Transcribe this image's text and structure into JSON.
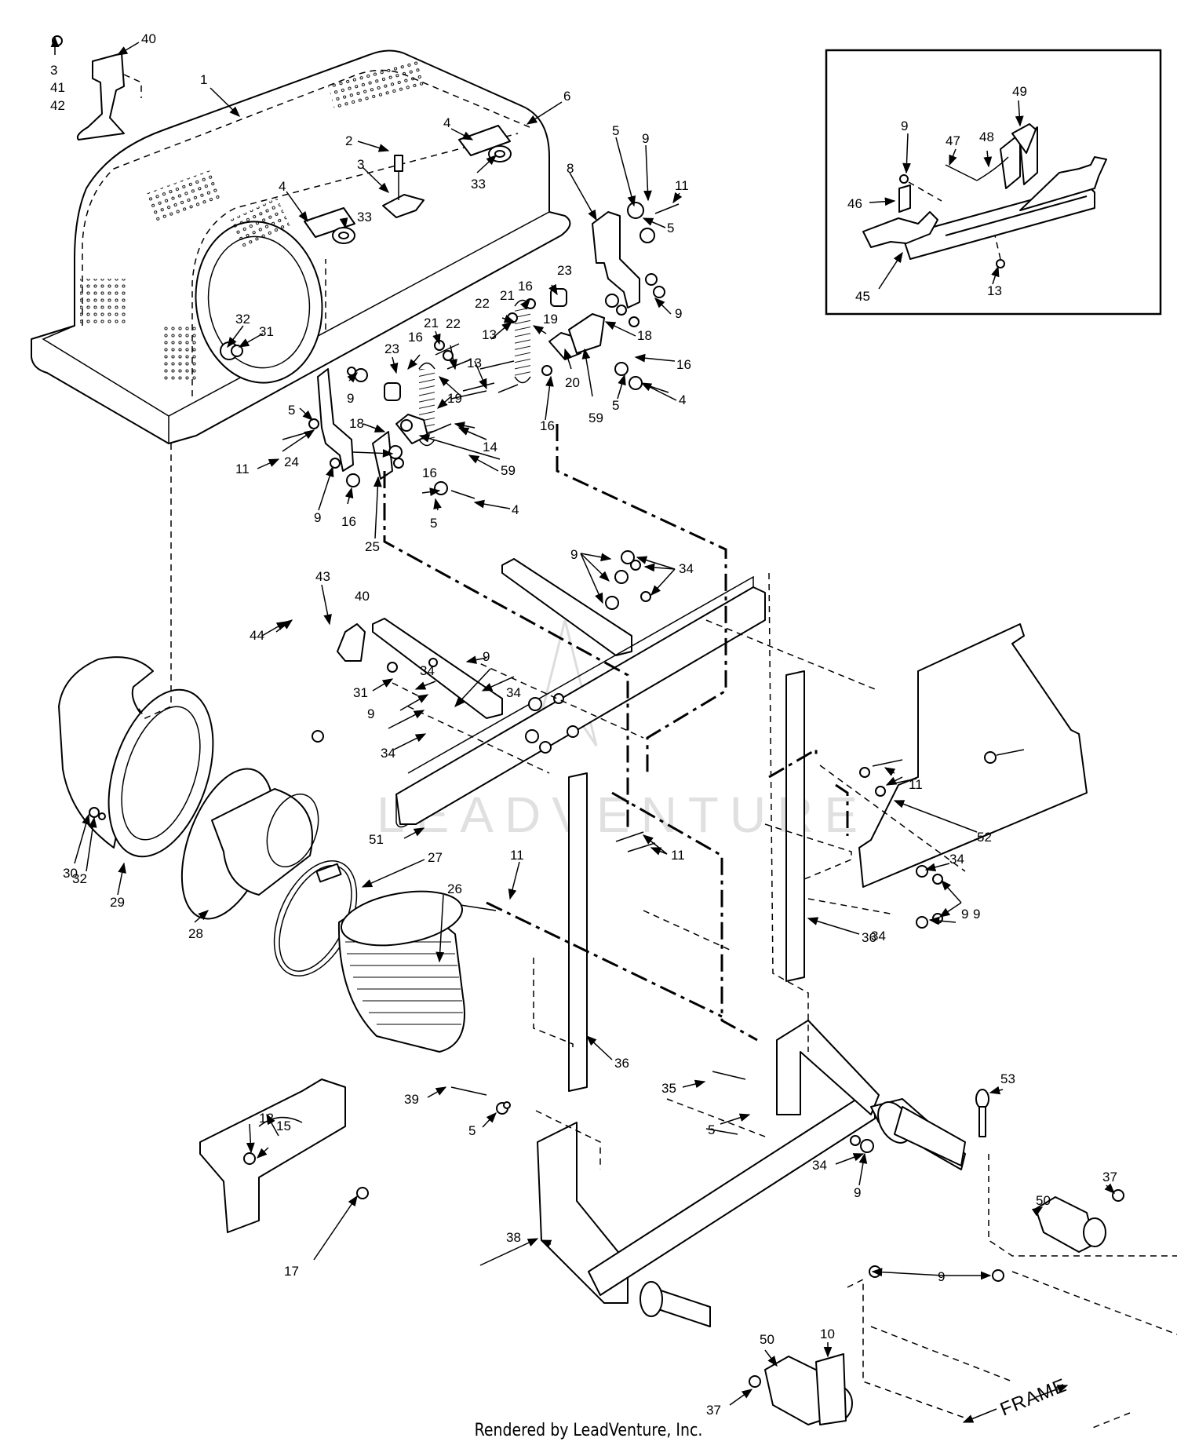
{
  "footer": "Rendered by LeadVenture, Inc.",
  "watermark": "LEADVENTURE",
  "frame_label": "FRAME",
  "callouts": {
    "c1": "1",
    "c2": "2",
    "c3a": "3",
    "c3b": "3",
    "c41": "41",
    "c42": "42",
    "c40a": "40",
    "c40b": "40",
    "c4a": "4",
    "c4b": "4",
    "c4c": "4",
    "c4d": "4",
    "c5a": "5",
    "c5b": "5",
    "c5c": "5",
    "c5d": "5",
    "c5e": "5",
    "c5f": "5",
    "c5g": "5",
    "c6": "6",
    "c8": "8",
    "c9a": "9",
    "c9b": "9",
    "c9c": "9",
    "c9d": "9",
    "c9e": "9",
    "c9f": "9",
    "c9g": "9",
    "c9h": "9",
    "c9i": "9",
    "c9j": "9",
    "c9k": "9",
    "c9l": "9",
    "c10": "10",
    "c11a": "11",
    "c11b": "11",
    "c11c": "11",
    "c11d": "11",
    "c11e": "11",
    "c12": "12",
    "c13a": "13",
    "c13b": "13",
    "c13c": "13",
    "c14": "14",
    "c15": "15",
    "c16a": "16",
    "c16b": "16",
    "c16c": "16",
    "c16d": "16",
    "c16e": "16",
    "c16f": "16",
    "c17": "17",
    "c18a": "18",
    "c18b": "18",
    "c19a": "19",
    "c19b": "19",
    "c20": "20",
    "c21a": "21",
    "c21b": "21",
    "c22a": "22",
    "c22b": "22",
    "c23a": "23",
    "c23b": "23",
    "c24": "24",
    "c25": "25",
    "c26": "26",
    "c27": "27",
    "c28": "28",
    "c29": "29",
    "c30": "30",
    "c31a": "31",
    "c31b": "31",
    "c32a": "32",
    "c32b": "32",
    "c33a": "33",
    "c33b": "33",
    "c34a": "34",
    "c34b": "34",
    "c34c": "34",
    "c34d": "34",
    "c34e": "34",
    "c34f": "34",
    "c34g": "34",
    "c35": "35",
    "c36a": "36",
    "c36b": "36",
    "c37a": "37",
    "c37b": "37",
    "c38": "38",
    "c39": "39",
    "c43": "43",
    "c44": "44",
    "c45": "45",
    "c46": "46",
    "c47": "47",
    "c48": "48",
    "c49": "49",
    "c50a": "50",
    "c50b": "50",
    "c51": "51",
    "c52": "52",
    "c53": "53",
    "c59a": "59",
    "c59b": "59"
  }
}
